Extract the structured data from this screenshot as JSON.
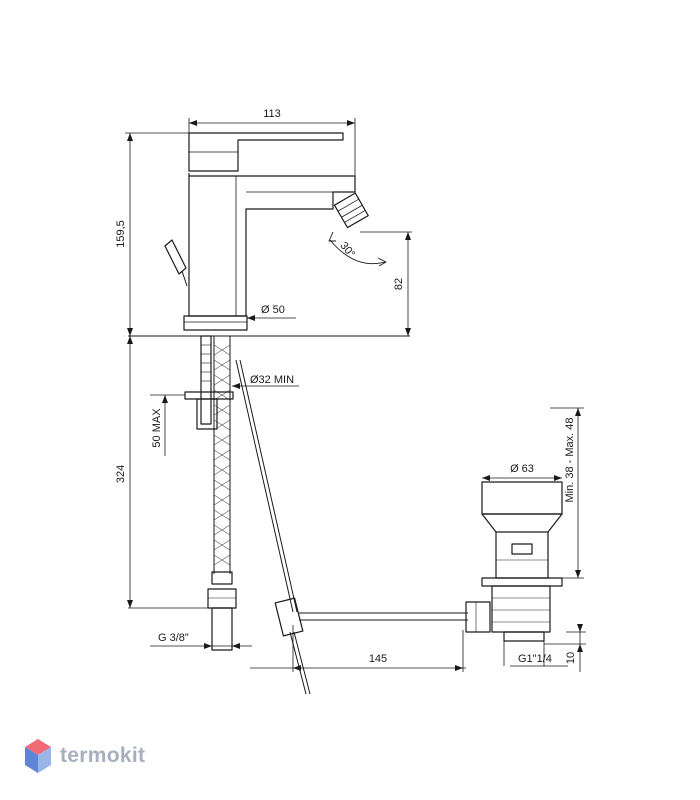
{
  "dimensions": {
    "width_top": "113",
    "height_body": "159,5",
    "angle": "30°",
    "spout_height": "82",
    "base_diameter": "Ø 50",
    "hole_min": "Ø32 MIN",
    "deck_max": "50 MAX",
    "hose_length": "324",
    "thread_inlet": "G 3/8\"",
    "waste_diameter": "Ø 63",
    "waste_range": "Min. 38 - Max. 48",
    "rod_length": "145",
    "thread_waste": "G1\"1/4",
    "waste_bottom": "10"
  },
  "brand": {
    "name": "termokit",
    "colors": {
      "top": "#f06a78",
      "left": "#5f86d6",
      "right": "#9bb5e8",
      "text": "#a6afbb"
    }
  }
}
